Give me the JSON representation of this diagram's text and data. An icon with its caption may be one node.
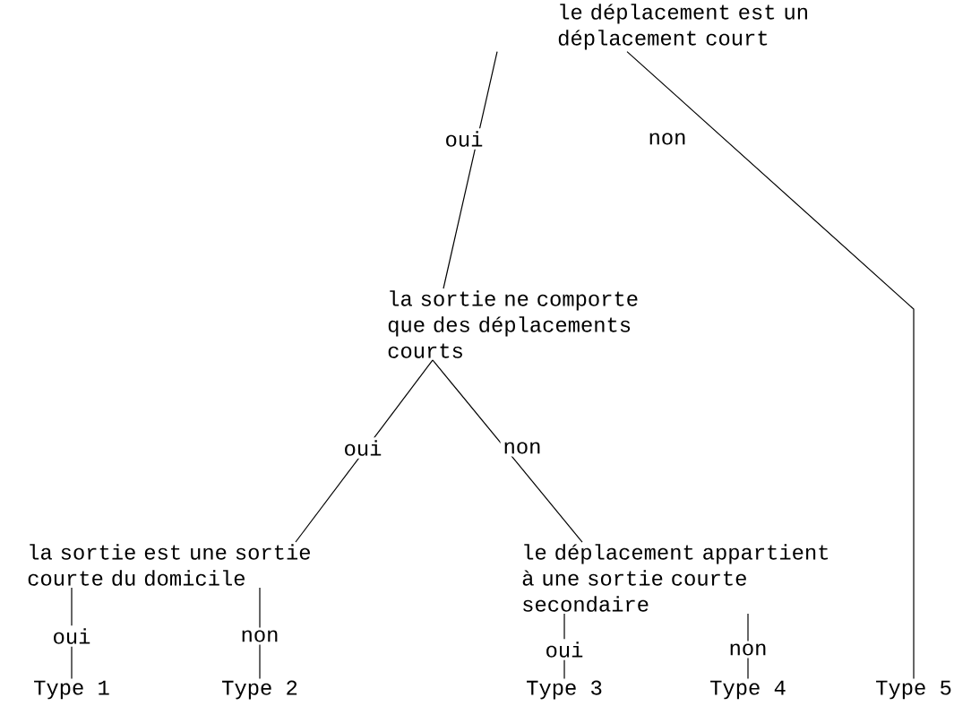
{
  "diagram": {
    "nodes": [
      {
        "text": [
          "le déplacement est un déplacement court"
        ]
      },
      {
        "text": [
          "la sortie ne comporte que des déplacements courts"
        ]
      },
      {
        "text": [
          "la sortie est une sortie courte du domicile"
        ]
      },
      {
        "text": [
          "le déplacement appartient à une sortie courte secondaire"
        ]
      },
      {
        "text": [
          "Type 1"
        ]
      },
      {
        "text": [
          "Type 2"
        ]
      },
      {
        "text": [
          "Type 3"
        ]
      },
      {
        "text": [
          "Type 4"
        ]
      },
      {
        "text": [
          "Type 5"
        ]
      }
    ],
    "edges": [
      {
        "from": 0,
        "to": 1,
        "arrow": "none",
        "label": "oui"
      },
      {
        "from": 0,
        "to": 8,
        "arrow": "none",
        "label": "non"
      },
      {
        "from": 1,
        "to": 2,
        "arrow": "none",
        "label": "oui"
      },
      {
        "from": 1,
        "to": 3,
        "arrow": "none",
        "label": "non"
      },
      {
        "from": 2,
        "to": 4,
        "arrow": "none",
        "label": "oui"
      },
      {
        "from": 2,
        "to": 5,
        "arrow": "none",
        "label": "non"
      },
      {
        "from": 3,
        "to": 6,
        "arrow": "none",
        "label": "oui"
      },
      {
        "from": 3,
        "to": 7,
        "arrow": "none",
        "label": "non"
      }
    ]
  }
}
